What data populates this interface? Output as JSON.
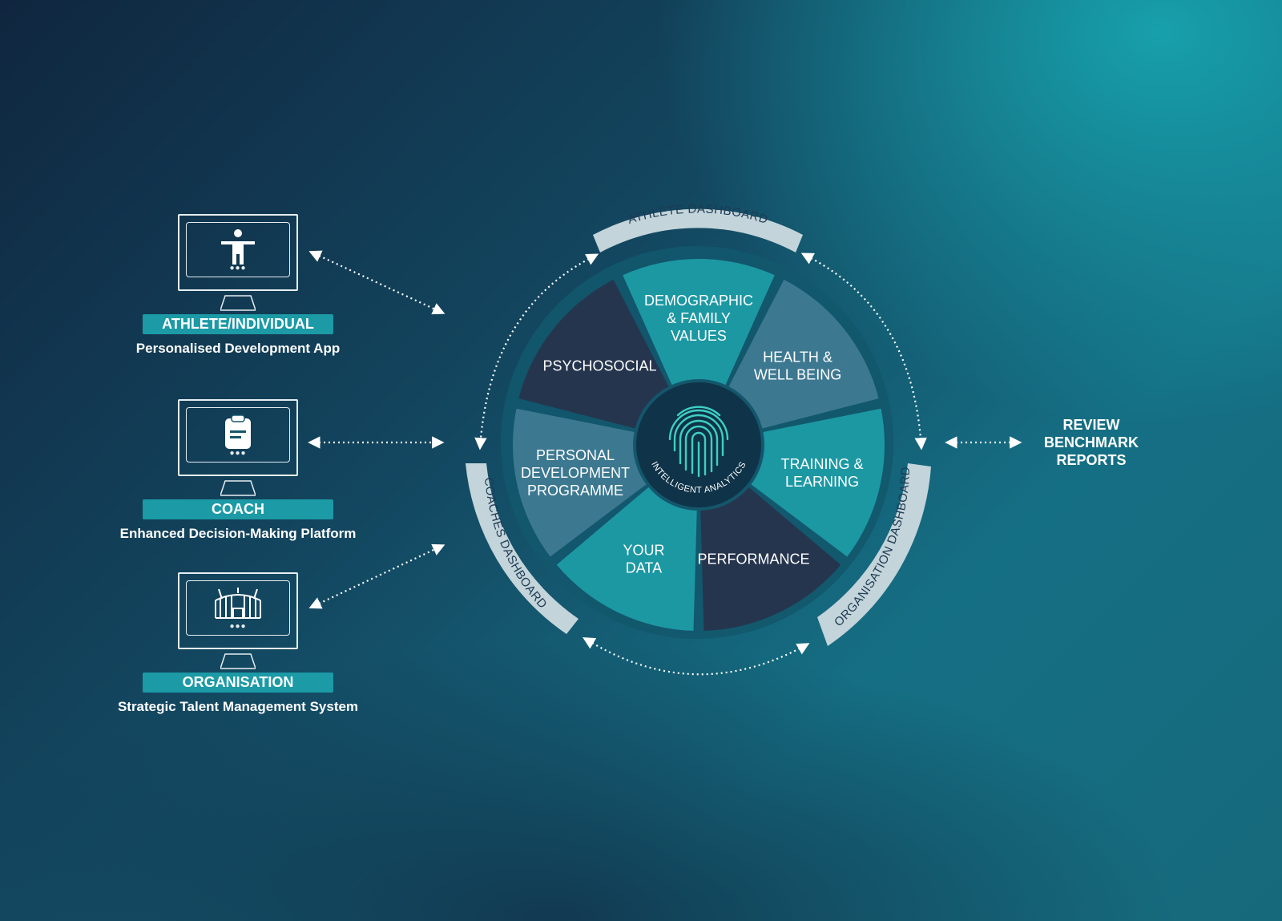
{
  "wheel": {
    "center_label": "INTELLIGENT ANALYTICS",
    "segments": [
      {
        "lines": [
          "DEMOGRAPHIC",
          "& FAMILY",
          "VALUES"
        ],
        "color": "#1c98a3"
      },
      {
        "lines": [
          "HEALTH &",
          "WELL BEING"
        ],
        "color": "#3d7891"
      },
      {
        "lines": [
          "TRAINING &",
          "LEARNING"
        ],
        "color": "#1c98a3"
      },
      {
        "lines": [
          "PERFORMANCE"
        ],
        "color": "#26354e"
      },
      {
        "lines": [
          "YOUR",
          "DATA"
        ],
        "color": "#1c98a3"
      },
      {
        "lines": [
          "PERSONAL",
          "DEVELOPMENT",
          "PROGRAMME"
        ],
        "color": "#3d7891"
      },
      {
        "lines": [
          "PSYCHOSOCIAL"
        ],
        "color": "#26354e"
      }
    ],
    "dashboards": {
      "athlete": "ATHLETE DASHBOARD",
      "coaches": "COACHES DASHBOARD",
      "organisation": "ORGANISATION DASHBOARD"
    }
  },
  "users": [
    {
      "icon": "person-icon",
      "badge": "ATHLETE/INDIVIDUAL",
      "subtitle": "Personalised Development App"
    },
    {
      "icon": "clipboard-icon",
      "badge": "COACH",
      "subtitle": "Enhanced Decision-Making Platform"
    },
    {
      "icon": "stadium-icon",
      "badge": "ORGANISATION",
      "subtitle": "Strategic Talent Management System"
    }
  ],
  "review": {
    "lines": [
      "REVIEW",
      "BENCHMARK",
      "REPORTS"
    ]
  },
  "colors": {
    "accent": "#1c9aa6",
    "dashboard_band": "#c3d4da",
    "hub": "#0f3348",
    "fingerprint": "#3ecfc4",
    "text": "#ffffff"
  }
}
